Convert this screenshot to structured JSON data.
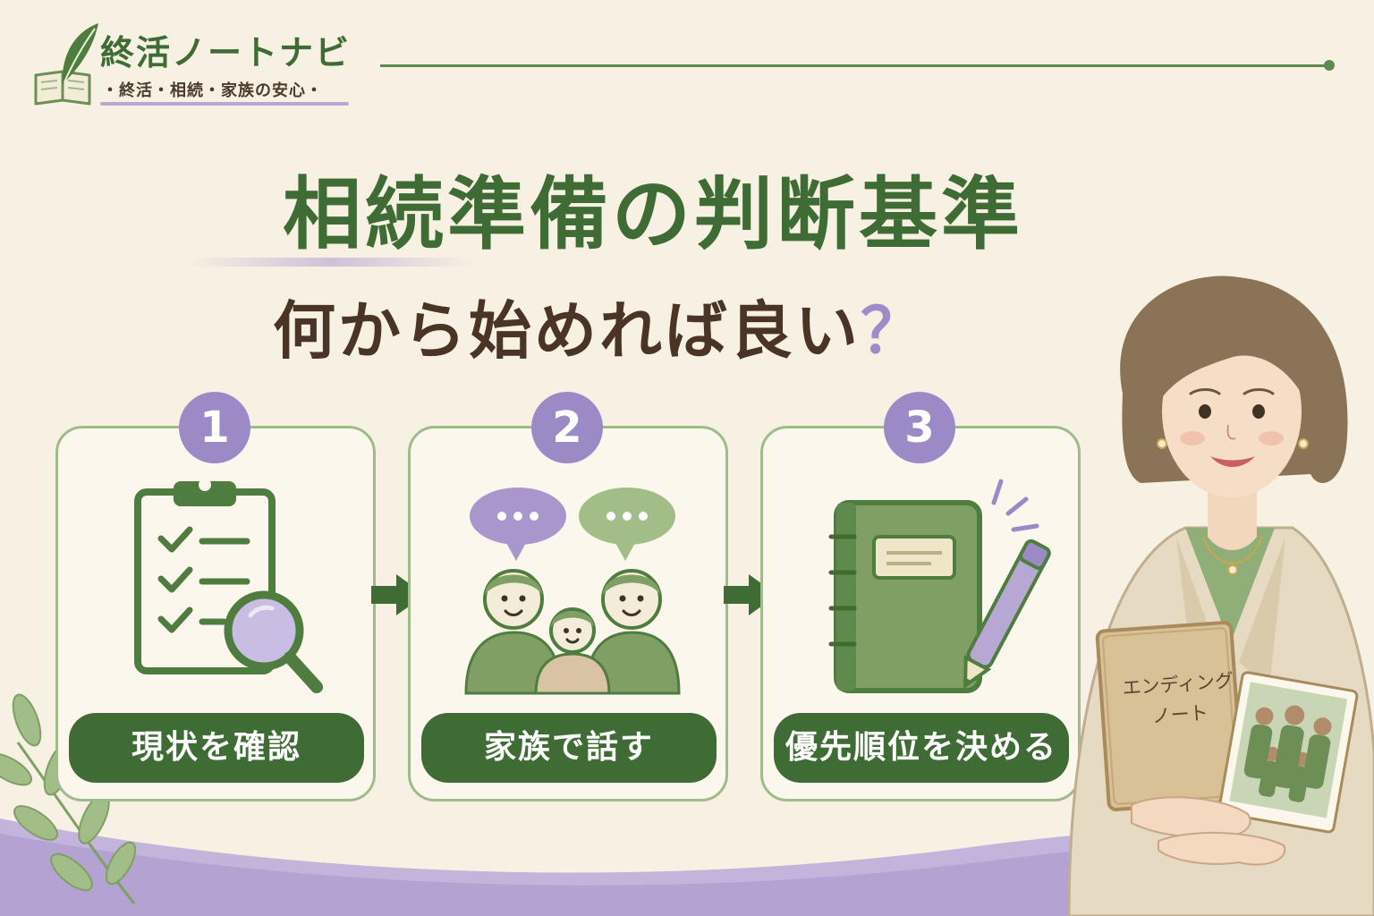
{
  "brand": {
    "name": "終活ノートナビ",
    "tagline": "・終活・相続・家族の安心・"
  },
  "headline": {
    "title": "相続準備の判断基準",
    "subtitle_main": "何から始めれば良い",
    "subtitle_mark": "？"
  },
  "steps": [
    {
      "number": "1",
      "label": "現状を確認",
      "icon": "clipboard-magnifier-icon"
    },
    {
      "number": "2",
      "label": "家族で話す",
      "icon": "family-chat-icon"
    },
    {
      "number": "3",
      "label": "優先順位を決める",
      "icon": "notebook-pen-icon"
    }
  ],
  "illustration": {
    "book_title_line1": "エンディング",
    "book_title_line2": "ノート"
  },
  "colors": {
    "background": "#f7f1e3",
    "primary_green": "#3f6b34",
    "light_green": "#7f9f64",
    "accent_purple": "#9b8ac6",
    "title_brown": "#4a3426"
  }
}
